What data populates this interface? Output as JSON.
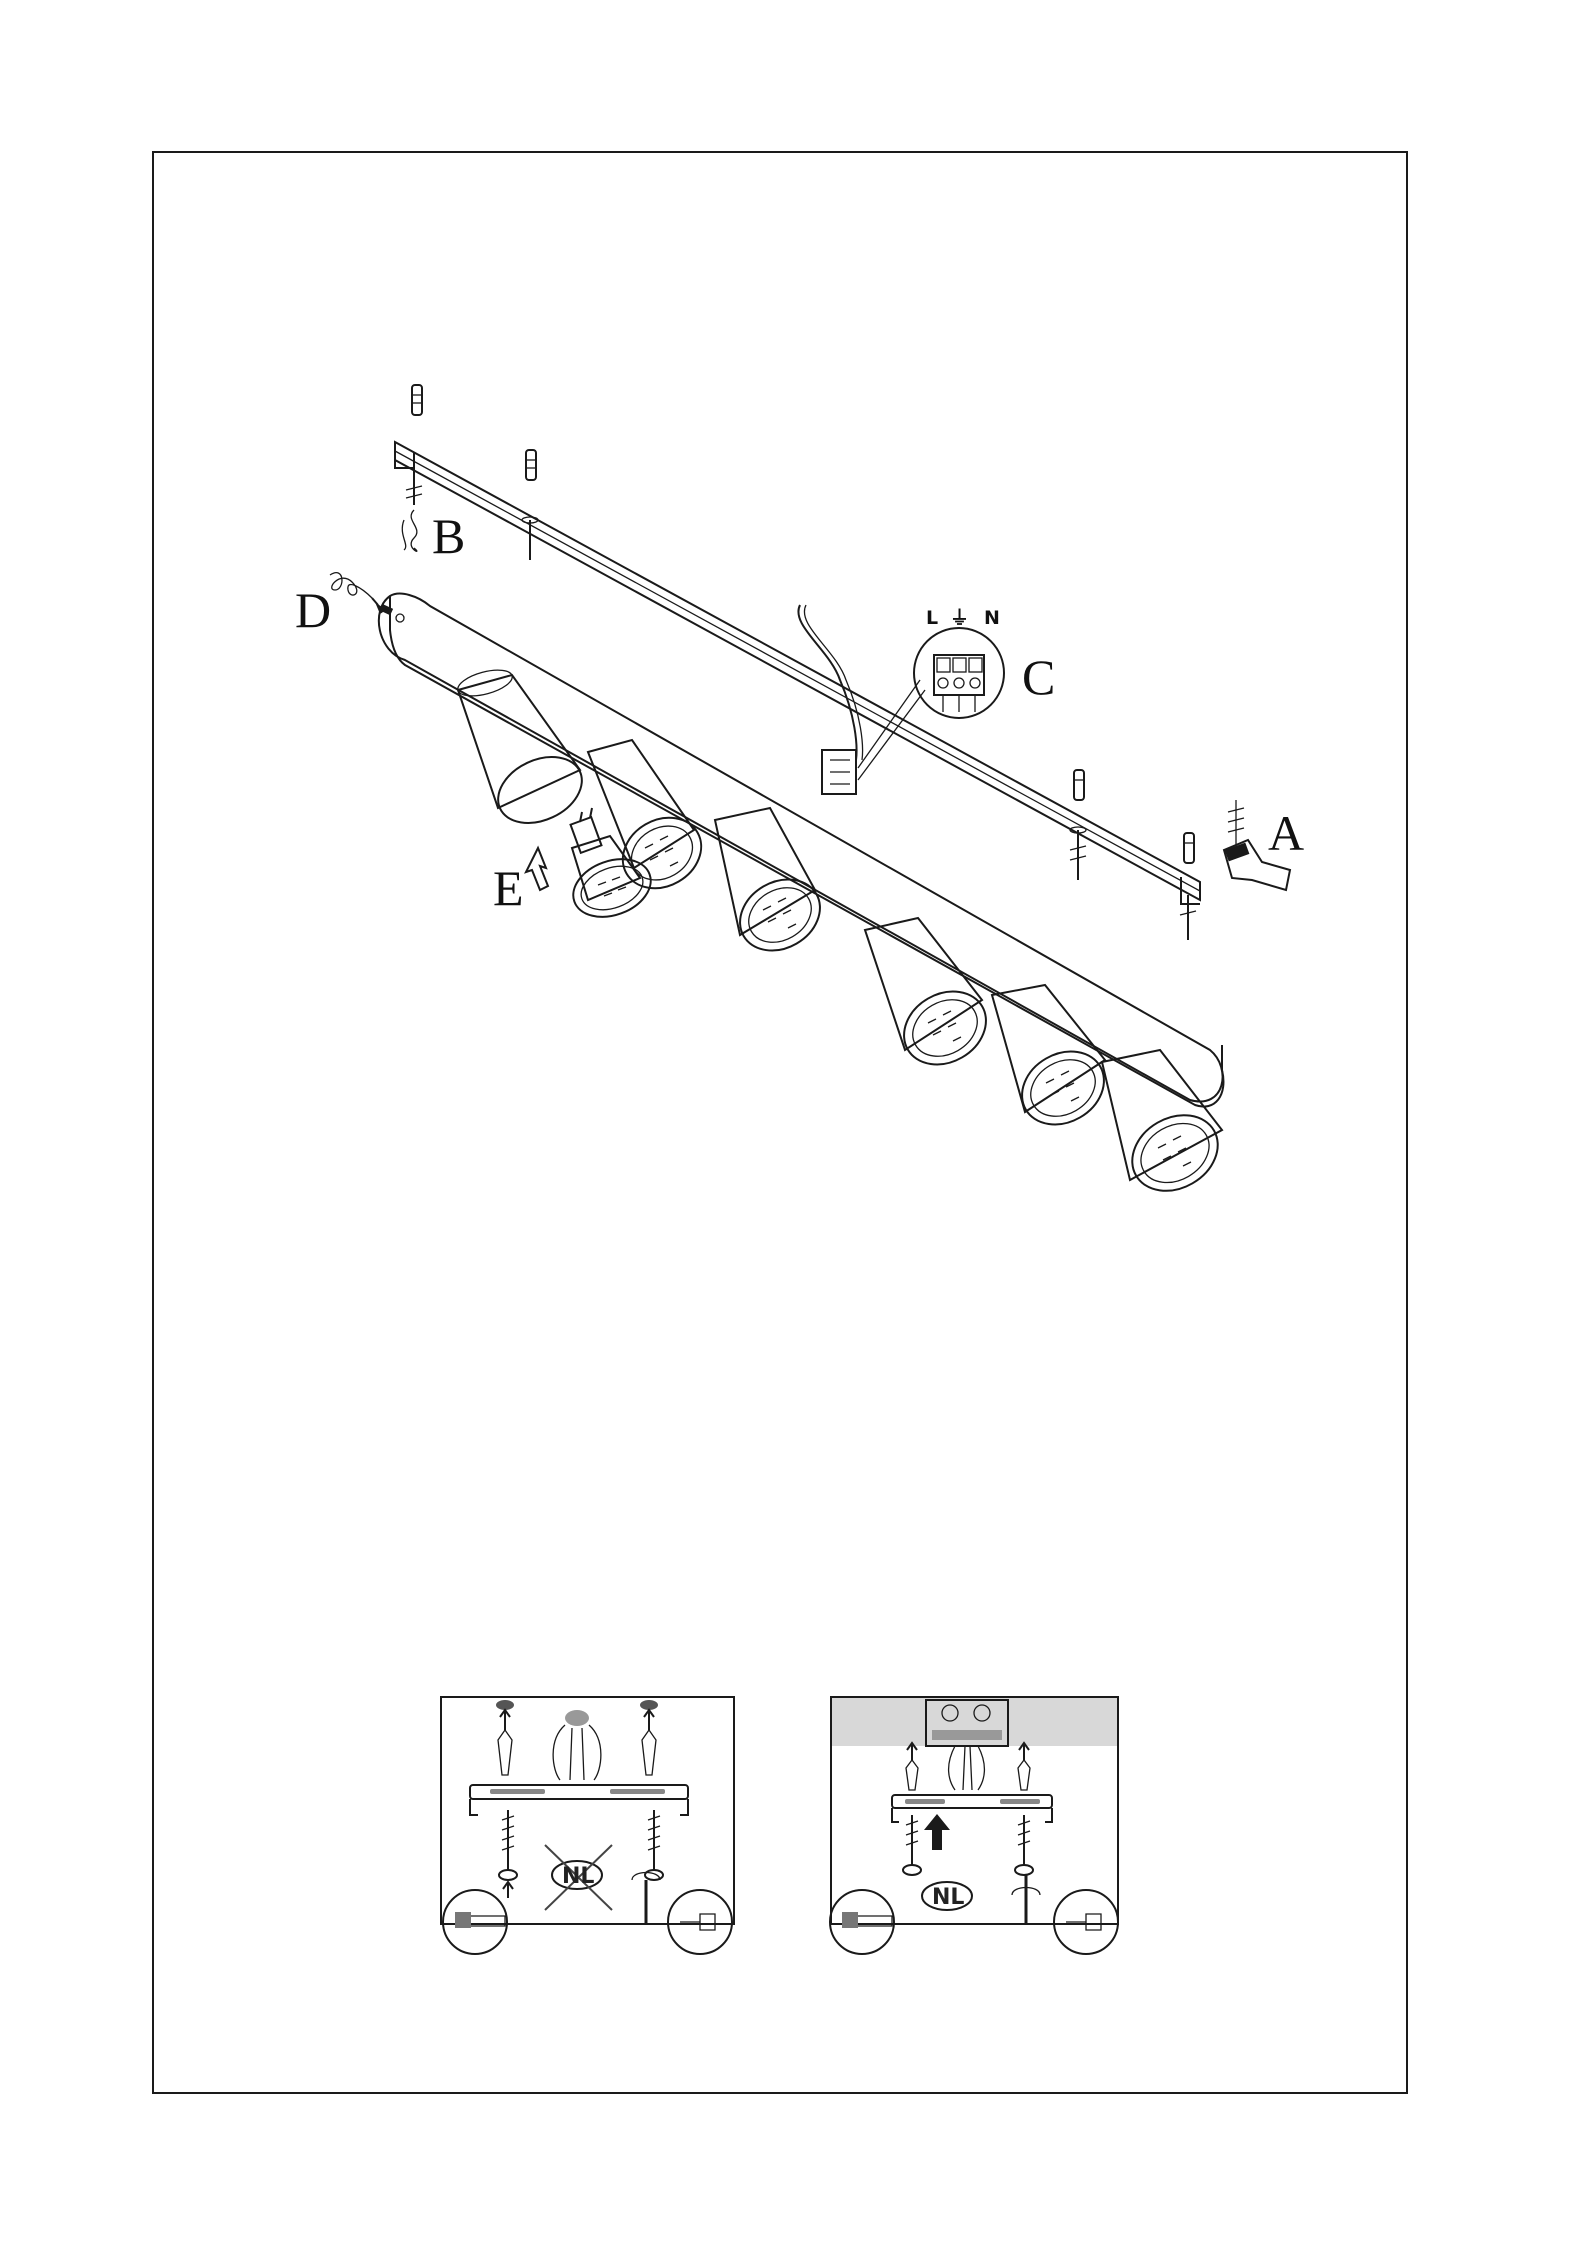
{
  "callouts": {
    "a": "A",
    "b": "B",
    "c": "C",
    "d": "D",
    "e": "E"
  },
  "terminal": {
    "live": "L",
    "earth_symbol": "⏚",
    "neutral": "N"
  },
  "instruction_panels": [
    {
      "badge": "NL",
      "crossed_out": true
    },
    {
      "badge": "NL",
      "crossed_out": false
    }
  ],
  "spotlight_count": 6,
  "colors": {
    "line": "#1a1a1a",
    "panel_grey": "#d8d8d8",
    "fixture_fill": "#ffffff"
  }
}
